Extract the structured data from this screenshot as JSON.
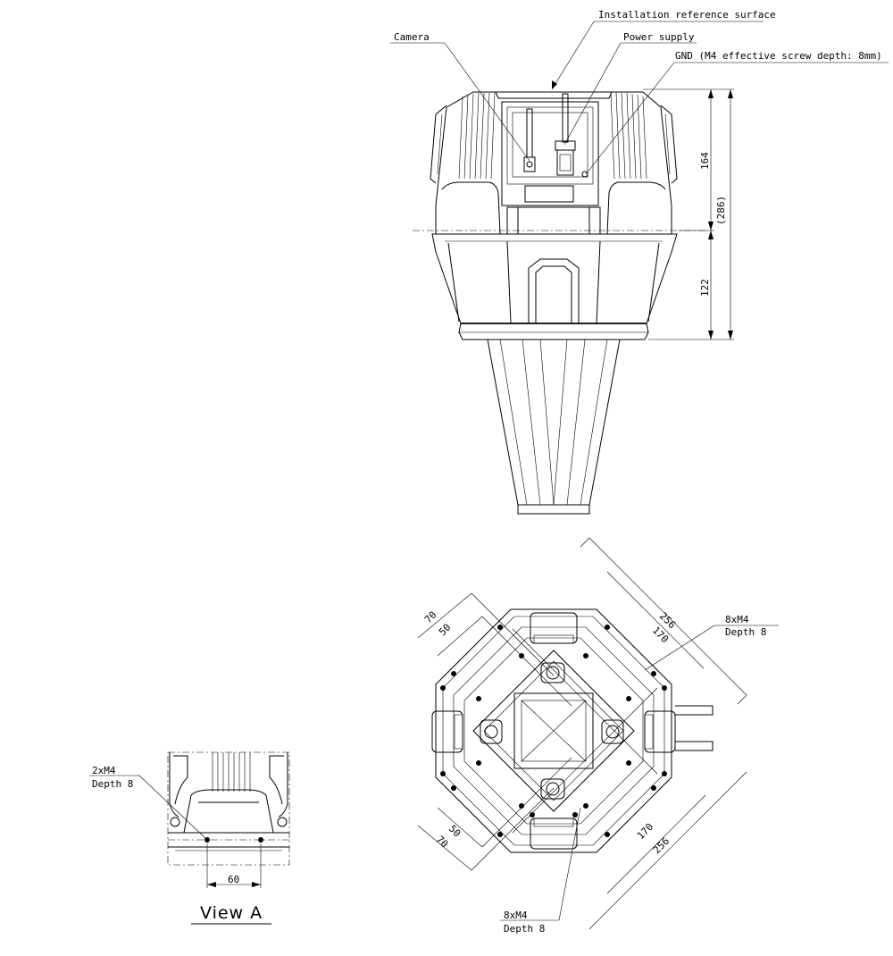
{
  "callouts": {
    "installation_reference_surface": "Installation reference surface",
    "camera": "Camera",
    "power_supply": "Power supply",
    "gnd": "GND (M4 effective screw depth: 8mm)",
    "holes_top_right_qty": "8xM4",
    "holes_top_right_depth": "Depth 8",
    "holes_bottom_qty": "8xM4",
    "holes_bottom_depth": "Depth 8",
    "view_a_holes_qty": "2xM4",
    "view_a_holes_depth": "Depth 8"
  },
  "dimensions": {
    "front_upper": "164",
    "front_total": "(286)",
    "front_lower": "122",
    "bottom_outer_top": "256",
    "bottom_inner_top": "170",
    "bottom_left_outer_top": "70",
    "bottom_left_inner_top": "50",
    "bottom_left_inner_bottom": "50",
    "bottom_left_outer_bottom": "70",
    "bottom_inner_bottom": "170",
    "bottom_outer_bottom": "256",
    "view_a_spacing": "60"
  },
  "view_a_title": "View A"
}
